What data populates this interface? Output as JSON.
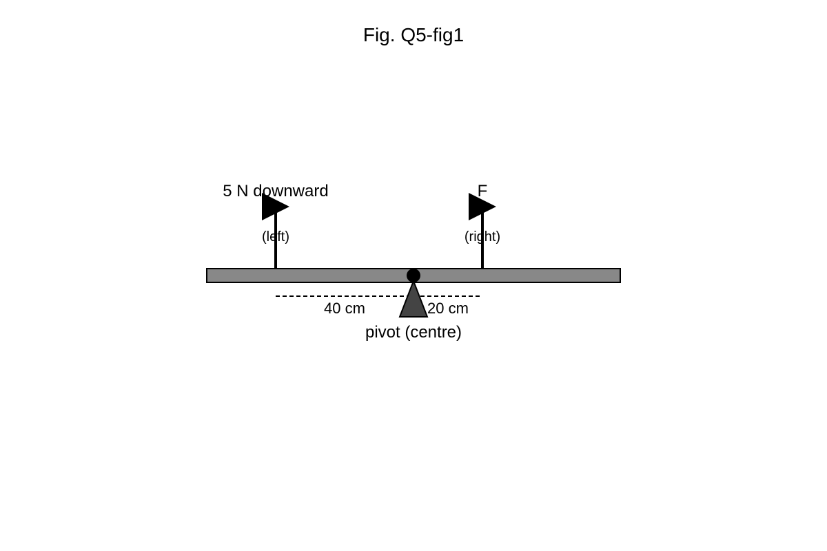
{
  "figure": {
    "title": "Fig. Q5-fig1"
  },
  "forces": {
    "left": {
      "label": "5 N downward",
      "side": "(left)"
    },
    "right": {
      "label": "F",
      "side": "(right)"
    }
  },
  "distances": {
    "left": "40 cm",
    "right": "20 cm"
  },
  "pivot": {
    "label": "pivot (centre)"
  },
  "colors": {
    "beam_fill": "#888888",
    "beam_stroke": "#000000",
    "fulcrum_fill": "#444444",
    "ink": "#000000"
  }
}
